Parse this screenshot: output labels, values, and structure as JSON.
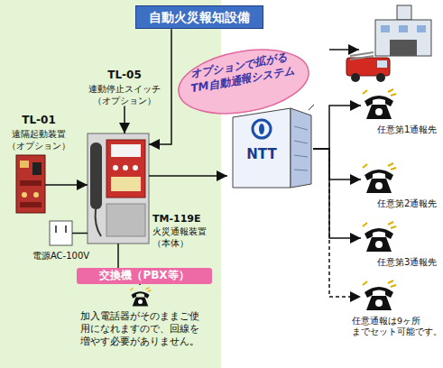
{
  "diagram": {
    "nodes": [
      {
        "text": [
          "自動火災報知設備"
        ]
      },
      {
        "text": [
          "TL-05",
          "連動停止スイッチ （オプション）"
        ]
      },
      {
        "text": [
          "TL-01",
          "遠隔起動装置 （オプション）"
        ]
      },
      {
        "text": [
          "TM-119E",
          "火災通報装置 （本体）"
        ]
      },
      {
        "text": [
          "電源AC-100V"
        ]
      },
      {
        "text": [
          "交換機（PBX等）"
        ]
      },
      {
        "text": [
          "加入電話器がそのままご使用になれますので、回線を増やす必要がありません。"
        ]
      },
      {
        "text": [
          "オプションで拡がる TM自動通報システム"
        ]
      },
      {
        "text": [
          "NTT"
        ]
      },
      {
        "text": [
          "任意第1通報先"
        ]
      },
      {
        "text": [
          "任意第2通報先"
        ]
      },
      {
        "text": [
          "任意第3通報先"
        ]
      },
      {
        "text": [
          "任意通報は9ヶ所 までセット可能です。"
        ]
      }
    ],
    "edges": [
      {
        "from": 0,
        "to": 3,
        "arrow": "to"
      },
      {
        "from": 1,
        "to": 3,
        "arrow": "to"
      },
      {
        "from": 2,
        "to": 3,
        "arrow": "to"
      },
      {
        "from": 4,
        "to": 3,
        "arrow": "none"
      },
      {
        "from": 3,
        "to": 5,
        "arrow": "none"
      },
      {
        "from": 5,
        "to": 6,
        "arrow": "none"
      },
      {
        "from": 3,
        "to": 8,
        "arrow": "to"
      },
      {
        "from": 8,
        "to": 9,
        "arrow": "to"
      },
      {
        "from": 8,
        "to": 10,
        "arrow": "to"
      },
      {
        "from": 8,
        "to": 11,
        "arrow": "to"
      },
      {
        "from": 8,
        "to": 12,
        "arrow": "to"
      }
    ]
  }
}
